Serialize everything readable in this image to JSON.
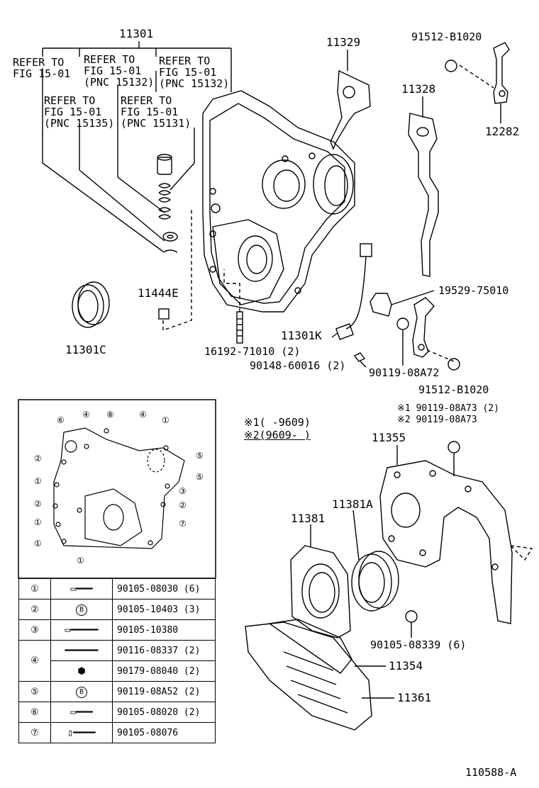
{
  "main_part": "11301",
  "refer_labels": [
    {
      "line1": "REFER TO",
      "line2": "FIG 15-01",
      "line3": ""
    },
    {
      "line1": "REFER TO",
      "line2": "FIG 15-01",
      "line3": "(PNC 15132)"
    },
    {
      "line1": "REFER TO",
      "line2": "FIG 15-01",
      "line3": "(PNC 15132)"
    },
    {
      "line1": "REFER TO",
      "line2": "FIG 15-01",
      "line3": "(PNC 15135)"
    },
    {
      "line1": "REFER TO",
      "line2": "FIG 15-01",
      "line3": "(PNC 15131)"
    }
  ],
  "parts": {
    "p11329": "11329",
    "p91512_top": "91512-B1020",
    "p11328": "11328",
    "p12282": "12282",
    "p19529": "19529-75010",
    "p11444E": "11444E",
    "p11301K": "11301K",
    "p16192": "16192-71010 (2)",
    "p90148": "90148-60016 (2)",
    "p90119_a72": "90119-08A72",
    "p91512_bot": "91512-B1020",
    "p11301C": "11301C",
    "p11355": "11355",
    "p11381A": "11381A",
    "p11381": "11381",
    "p90105_339": "90105-08339 (6)",
    "p11354": "11354",
    "p11361": "11361"
  },
  "notes": {
    "n1": "※1(     -9609)",
    "n2": "※2(9609-       )",
    "bolt1": "※1 90119-08A73 (2)",
    "bolt2": "※2 90119-08A73"
  },
  "legend_rows": [
    {
      "num": "①",
      "part": "90105-08030 (6)"
    },
    {
      "num": "②",
      "part": "90105-10403 (3)"
    },
    {
      "num": "③",
      "part": "90105-10380"
    },
    {
      "num": "④",
      "part": "90116-08337 (2)"
    },
    {
      "num": "",
      "part": "90179-08040 (2)"
    },
    {
      "num": "⑤",
      "part": "90119-08A52 (2)"
    },
    {
      "num": "⑥",
      "part": "90105-08020 (2)"
    },
    {
      "num": "⑦",
      "part": "90105-08076"
    }
  ],
  "key_marks": {
    "k1": "⑥",
    "k2": "④",
    "k3": "⑧",
    "k4": "④",
    "k5": "①",
    "k6": "⑤",
    "k7": "⑤",
    "k8": "③",
    "k9": "②",
    "k10": "⑦",
    "kl1": "②",
    "kl2": "①",
    "kl3": "②",
    "kl4": "①",
    "kl5": "①",
    "kb": "①"
  },
  "drawing_id": "110588-A"
}
